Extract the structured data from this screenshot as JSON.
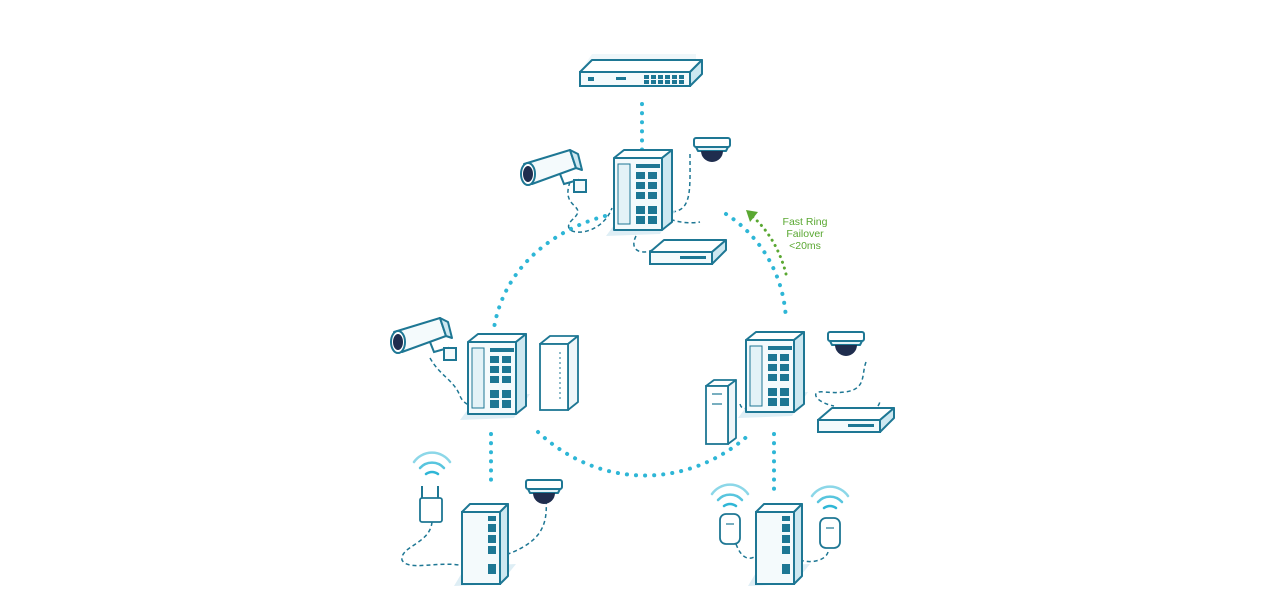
{
  "annotation": {
    "line1": "Fast Ring",
    "line2": "Failover",
    "line3": "<20ms"
  },
  "colors": {
    "outline": "#1e7794",
    "blue_fill": "#e8f4f8",
    "shadow": "#cfe6ee",
    "link_dot": "#2eb6d6",
    "accent_green": "#5aa832",
    "port": "#1e7794",
    "dark_lens": "#1f2d4e"
  },
  "icons": [
    "core-switch-icon",
    "industrial-switch-icon",
    "bullet-camera-icon",
    "dome-camera-icon",
    "nvr-icon",
    "access-point-icon",
    "wifi-icon",
    "media-converter-icon"
  ]
}
